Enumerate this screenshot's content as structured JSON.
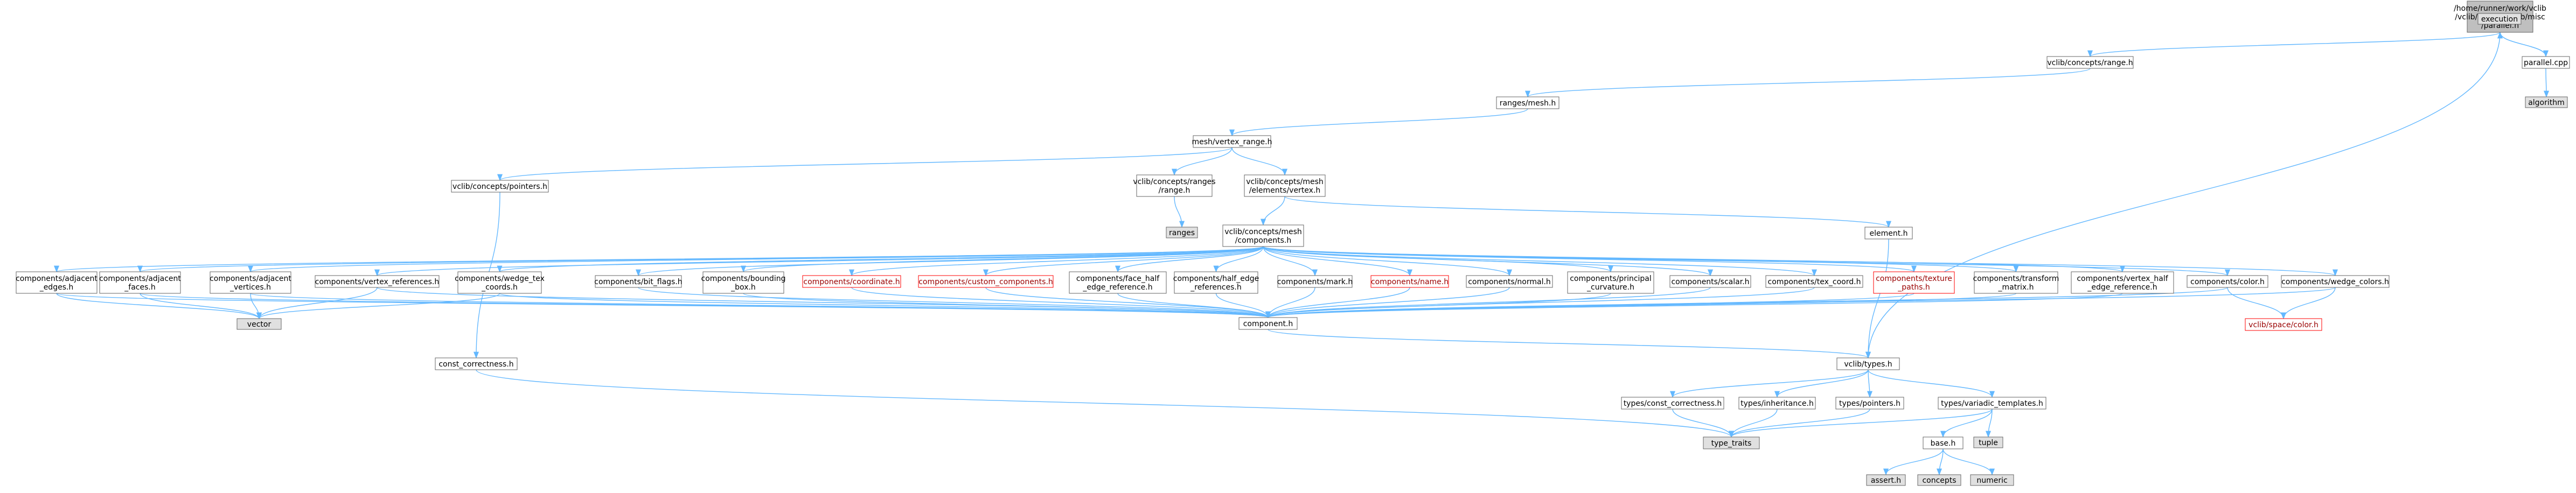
{
  "colors": {
    "edge": "#63b8ff",
    "node_border": "#666666",
    "node_fill": "#ffffff",
    "root_fill": "#bfbfbf",
    "system_fill": "#e0e0e0",
    "missing_border": "#ff0000",
    "text": "#000000",
    "missing_text": "#9a0000"
  },
  "nodes": [
    {
      "id": "root",
      "lines": [
        "/home/runner/work/vclib",
        "/vclib/include/vclib/misc",
        "/parallel.h"
      ],
      "kind": "root"
    },
    {
      "id": "execution",
      "lines": [
        "execution"
      ],
      "kind": "system"
    },
    {
      "id": "parallel_cpp",
      "lines": [
        "parallel.cpp"
      ],
      "kind": "normal"
    },
    {
      "id": "algorithm",
      "lines": [
        "algorithm"
      ],
      "kind": "system"
    },
    {
      "id": "concepts_range",
      "lines": [
        "vclib/concepts/range.h"
      ],
      "kind": "normal"
    },
    {
      "id": "ranges_mesh",
      "lines": [
        "ranges/mesh.h"
      ],
      "kind": "normal"
    },
    {
      "id": "vertex_range",
      "lines": [
        "mesh/vertex_range.h"
      ],
      "kind": "normal"
    },
    {
      "id": "concepts_pointers",
      "lines": [
        "vclib/concepts/pointers.h"
      ],
      "kind": "normal"
    },
    {
      "id": "concepts_ranges_range",
      "lines": [
        "vclib/concepts/ranges",
        "/range.h"
      ],
      "kind": "normal"
    },
    {
      "id": "ranges",
      "lines": [
        "ranges"
      ],
      "kind": "system"
    },
    {
      "id": "mesh_elements_vertex",
      "lines": [
        "vclib/concepts/mesh",
        "/elements/vertex.h"
      ],
      "kind": "normal"
    },
    {
      "id": "mesh_components",
      "lines": [
        "vclib/concepts/mesh",
        "/components.h"
      ],
      "kind": "normal"
    },
    {
      "id": "element",
      "lines": [
        "element.h"
      ],
      "kind": "normal"
    },
    {
      "id": "c_adj_edges",
      "lines": [
        "components/adjacent",
        "_edges.h"
      ],
      "kind": "normal"
    },
    {
      "id": "c_adj_faces",
      "lines": [
        "components/adjacent",
        "_faces.h"
      ],
      "kind": "normal"
    },
    {
      "id": "c_adj_vertices",
      "lines": [
        "components/adjacent",
        "_vertices.h"
      ],
      "kind": "normal"
    },
    {
      "id": "c_vertex_refs",
      "lines": [
        "components/vertex_references.h"
      ],
      "kind": "normal"
    },
    {
      "id": "c_wedge_tex",
      "lines": [
        "components/wedge_tex",
        "_coords.h"
      ],
      "kind": "normal"
    },
    {
      "id": "c_bit_flags",
      "lines": [
        "components/bit_flags.h"
      ],
      "kind": "normal"
    },
    {
      "id": "c_bounding_box",
      "lines": [
        "components/bounding",
        "_box.h"
      ],
      "kind": "normal"
    },
    {
      "id": "c_coordinate",
      "lines": [
        "components/coordinate.h"
      ],
      "kind": "missing"
    },
    {
      "id": "c_custom",
      "lines": [
        "components/custom_components.h"
      ],
      "kind": "missing"
    },
    {
      "id": "c_face_half",
      "lines": [
        "components/face_half",
        "_edge_reference.h"
      ],
      "kind": "normal"
    },
    {
      "id": "c_half_edge",
      "lines": [
        "components/half_edge",
        "_references.h"
      ],
      "kind": "normal"
    },
    {
      "id": "c_mark",
      "lines": [
        "components/mark.h"
      ],
      "kind": "normal"
    },
    {
      "id": "c_name",
      "lines": [
        "components/name.h"
      ],
      "kind": "missing"
    },
    {
      "id": "c_normal",
      "lines": [
        "components/normal.h"
      ],
      "kind": "normal"
    },
    {
      "id": "c_principal",
      "lines": [
        "components/principal",
        "_curvature.h"
      ],
      "kind": "normal"
    },
    {
      "id": "c_scalar",
      "lines": [
        "components/scalar.h"
      ],
      "kind": "normal"
    },
    {
      "id": "c_tex_coord",
      "lines": [
        "components/tex_coord.h"
      ],
      "kind": "normal"
    },
    {
      "id": "c_texture_paths",
      "lines": [
        "components/texture",
        "_paths.h"
      ],
      "kind": "missing"
    },
    {
      "id": "c_transform",
      "lines": [
        "components/transform",
        "_matrix.h"
      ],
      "kind": "normal"
    },
    {
      "id": "c_vertex_half",
      "lines": [
        "components/vertex_half",
        "_edge_reference.h"
      ],
      "kind": "normal"
    },
    {
      "id": "c_color",
      "lines": [
        "components/color.h"
      ],
      "kind": "normal"
    },
    {
      "id": "c_wedge_colors",
      "lines": [
        "components/wedge_colors.h"
      ],
      "kind": "normal"
    },
    {
      "id": "vector",
      "lines": [
        "vector"
      ],
      "kind": "system"
    },
    {
      "id": "component",
      "lines": [
        "component.h"
      ],
      "kind": "normal"
    },
    {
      "id": "space_color",
      "lines": [
        "vclib/space/color.h"
      ],
      "kind": "missing"
    },
    {
      "id": "const_correctness",
      "lines": [
        "const_correctness.h"
      ],
      "kind": "normal"
    },
    {
      "id": "types",
      "lines": [
        "vclib/types.h"
      ],
      "kind": "normal"
    },
    {
      "id": "t_const_correctness",
      "lines": [
        "types/const_correctness.h"
      ],
      "kind": "normal"
    },
    {
      "id": "t_inheritance",
      "lines": [
        "types/inheritance.h"
      ],
      "kind": "normal"
    },
    {
      "id": "t_pointers",
      "lines": [
        "types/pointers.h"
      ],
      "kind": "normal"
    },
    {
      "id": "t_variadic",
      "lines": [
        "types/variadic_templates.h"
      ],
      "kind": "normal"
    },
    {
      "id": "type_traits",
      "lines": [
        "type_traits"
      ],
      "kind": "system"
    },
    {
      "id": "tuple",
      "lines": [
        "tuple"
      ],
      "kind": "system"
    },
    {
      "id": "base",
      "lines": [
        "base.h"
      ],
      "kind": "normal"
    },
    {
      "id": "assert",
      "lines": [
        "assert.h"
      ],
      "kind": "system"
    },
    {
      "id": "concepts",
      "lines": [
        "concepts"
      ],
      "kind": "system"
    },
    {
      "id": "numeric",
      "lines": [
        "numeric"
      ],
      "kind": "system"
    }
  ],
  "edges": [
    [
      "root",
      "execution"
    ],
    [
      "root",
      "parallel_cpp"
    ],
    [
      "root",
      "concepts_range"
    ],
    [
      "root",
      "types"
    ],
    [
      "parallel_cpp",
      "root"
    ],
    [
      "parallel_cpp",
      "algorithm"
    ],
    [
      "concepts_range",
      "ranges_mesh"
    ],
    [
      "ranges_mesh",
      "vertex_range"
    ],
    [
      "vertex_range",
      "concepts_pointers"
    ],
    [
      "vertex_range",
      "concepts_ranges_range"
    ],
    [
      "vertex_range",
      "mesh_elements_vertex"
    ],
    [
      "concepts_ranges_range",
      "ranges"
    ],
    [
      "concepts_pointers",
      "const_correctness"
    ],
    [
      "mesh_elements_vertex",
      "mesh_components"
    ],
    [
      "mesh_elements_vertex",
      "element"
    ],
    [
      "element",
      "types"
    ],
    [
      "mesh_components",
      "c_adj_edges"
    ],
    [
      "mesh_components",
      "c_adj_faces"
    ],
    [
      "mesh_components",
      "c_adj_vertices"
    ],
    [
      "mesh_components",
      "c_vertex_refs"
    ],
    [
      "mesh_components",
      "c_wedge_tex"
    ],
    [
      "mesh_components",
      "c_bit_flags"
    ],
    [
      "mesh_components",
      "c_bounding_box"
    ],
    [
      "mesh_components",
      "c_coordinate"
    ],
    [
      "mesh_components",
      "c_custom"
    ],
    [
      "mesh_components",
      "c_face_half"
    ],
    [
      "mesh_components",
      "c_half_edge"
    ],
    [
      "mesh_components",
      "c_mark"
    ],
    [
      "mesh_components",
      "c_name"
    ],
    [
      "mesh_components",
      "c_normal"
    ],
    [
      "mesh_components",
      "c_principal"
    ],
    [
      "mesh_components",
      "c_scalar"
    ],
    [
      "mesh_components",
      "c_tex_coord"
    ],
    [
      "mesh_components",
      "c_texture_paths"
    ],
    [
      "mesh_components",
      "c_transform"
    ],
    [
      "mesh_components",
      "c_vertex_half"
    ],
    [
      "mesh_components",
      "c_color"
    ],
    [
      "mesh_components",
      "c_wedge_colors"
    ],
    [
      "c_adj_edges",
      "vector"
    ],
    [
      "c_adj_faces",
      "vector"
    ],
    [
      "c_adj_vertices",
      "vector"
    ],
    [
      "c_vertex_refs",
      "vector"
    ],
    [
      "c_wedge_tex",
      "vector"
    ],
    [
      "c_adj_edges",
      "component"
    ],
    [
      "c_adj_faces",
      "component"
    ],
    [
      "c_adj_vertices",
      "component"
    ],
    [
      "c_vertex_refs",
      "component"
    ],
    [
      "c_wedge_tex",
      "component"
    ],
    [
      "c_bit_flags",
      "component"
    ],
    [
      "c_bounding_box",
      "component"
    ],
    [
      "c_coordinate",
      "component"
    ],
    [
      "c_custom",
      "component"
    ],
    [
      "c_face_half",
      "component"
    ],
    [
      "c_half_edge",
      "component"
    ],
    [
      "c_mark",
      "component"
    ],
    [
      "c_name",
      "component"
    ],
    [
      "c_normal",
      "component"
    ],
    [
      "c_principal",
      "component"
    ],
    [
      "c_scalar",
      "component"
    ],
    [
      "c_tex_coord",
      "component"
    ],
    [
      "c_texture_paths",
      "component"
    ],
    [
      "c_transform",
      "component"
    ],
    [
      "c_vertex_half",
      "component"
    ],
    [
      "c_color",
      "component"
    ],
    [
      "c_wedge_colors",
      "component"
    ],
    [
      "c_color",
      "space_color"
    ],
    [
      "c_wedge_colors",
      "space_color"
    ],
    [
      "component",
      "types"
    ],
    [
      "const_correctness",
      "type_traits"
    ],
    [
      "types",
      "t_const_correctness"
    ],
    [
      "types",
      "t_inheritance"
    ],
    [
      "types",
      "t_pointers"
    ],
    [
      "types",
      "t_variadic"
    ],
    [
      "t_const_correctness",
      "type_traits"
    ],
    [
      "t_inheritance",
      "type_traits"
    ],
    [
      "t_pointers",
      "type_traits"
    ],
    [
      "t_variadic",
      "type_traits"
    ],
    [
      "t_variadic",
      "tuple"
    ],
    [
      "t_variadic",
      "base"
    ],
    [
      "base",
      "assert"
    ],
    [
      "base",
      "concepts"
    ],
    [
      "base",
      "numeric"
    ]
  ]
}
